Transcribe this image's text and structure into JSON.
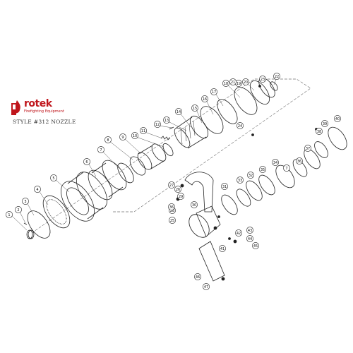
{
  "brand": {
    "name": "rotek",
    "tagline": "Firefighting Equipment",
    "accent_color": "#c0161c"
  },
  "diagram": {
    "style_label": "STYLE #312 NOZZLE",
    "parts": [
      {
        "label": "1"
      },
      {
        "label": "2"
      },
      {
        "label": "3"
      },
      {
        "label": "4"
      },
      {
        "label": "5"
      },
      {
        "label": "6"
      },
      {
        "label": "7"
      },
      {
        "label": "8"
      },
      {
        "label": "9"
      },
      {
        "label": "10"
      },
      {
        "label": "11"
      },
      {
        "label": "12"
      },
      {
        "label": "13"
      },
      {
        "label": "14"
      },
      {
        "label": "15"
      },
      {
        "label": "16"
      },
      {
        "label": "17"
      },
      {
        "label": "18"
      },
      {
        "label": "19"
      },
      {
        "label": "20"
      },
      {
        "label": "21"
      },
      {
        "label": "22"
      },
      {
        "label": "23"
      },
      {
        "label": "24"
      },
      {
        "label": "25"
      },
      {
        "label": "26"
      },
      {
        "label": "27"
      },
      {
        "label": "28"
      },
      {
        "label": "29"
      },
      {
        "label": "30"
      },
      {
        "label": "31"
      },
      {
        "label": "32"
      },
      {
        "label": "33"
      },
      {
        "label": "34"
      },
      {
        "label": "35"
      },
      {
        "label": "36"
      },
      {
        "label": "37"
      },
      {
        "label": "38"
      },
      {
        "label": "39"
      },
      {
        "label": "40"
      },
      {
        "label": "41"
      },
      {
        "label": "42"
      },
      {
        "label": "43"
      },
      {
        "label": "44"
      },
      {
        "label": "45"
      },
      {
        "label": "46"
      },
      {
        "label": "47"
      },
      {
        "label": "7"
      },
      {
        "label": "36"
      }
    ]
  }
}
